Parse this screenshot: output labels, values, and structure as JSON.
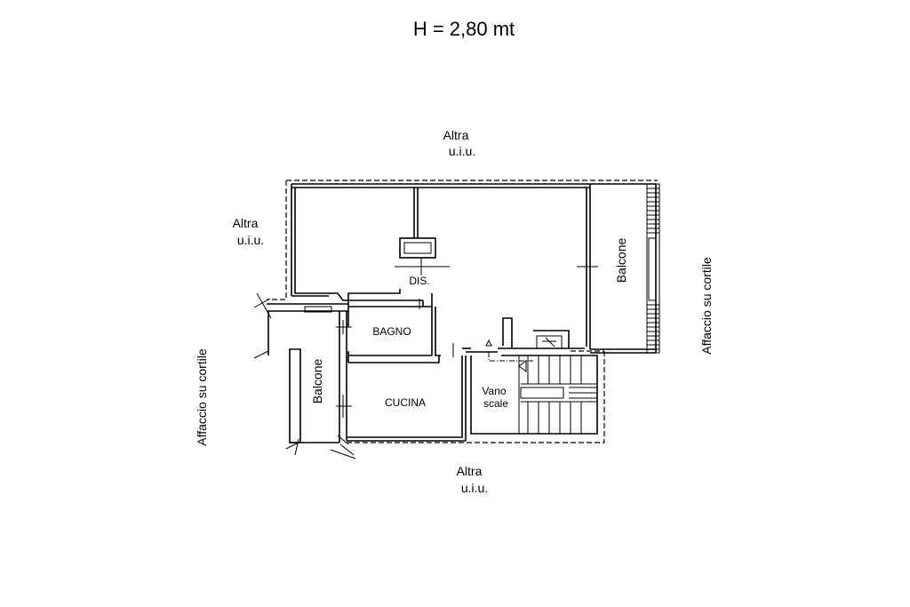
{
  "header": {
    "height_label": "H = 2,80 mt"
  },
  "neighbors": {
    "top": {
      "line1": "Altra",
      "line2": "u.i.u."
    },
    "left": {
      "line1": "Altra",
      "line2": "u.i.u."
    },
    "bottom": {
      "line1": "Altra",
      "line2": "u.i.u."
    }
  },
  "courtyard": {
    "left": "Affaccio su cortile",
    "right": "Affaccio su cortile"
  },
  "rooms": {
    "dis": "DIS.",
    "bagno": "BAGNO",
    "cucina": "CUCINA",
    "balcone_left": "Balcone",
    "balcone_right": "Balcone",
    "vano_line1": "Vano",
    "vano_line2": "scale"
  }
}
